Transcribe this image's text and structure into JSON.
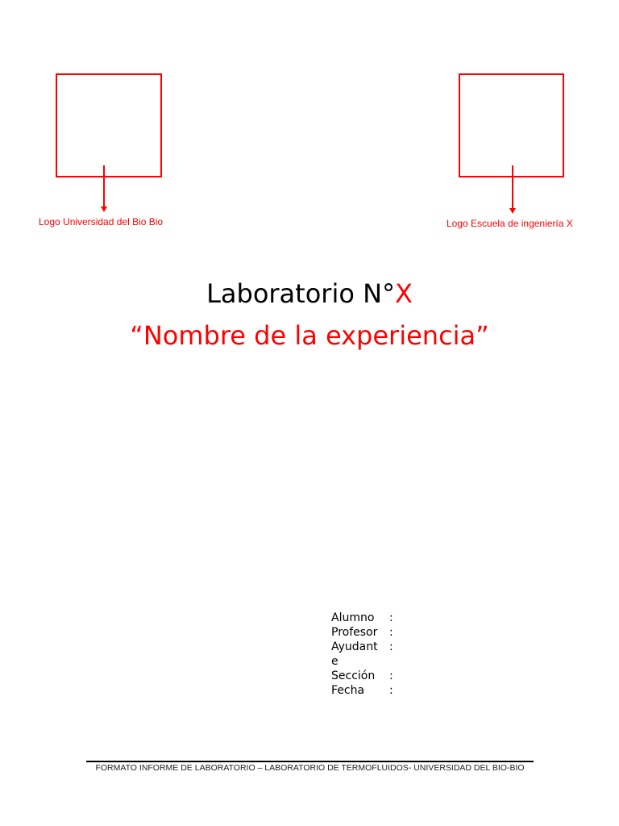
{
  "logos": {
    "left": {
      "caption": "Logo Universidad del Bio Bio"
    },
    "right": {
      "caption": "Logo Escuela de ingeniería X"
    }
  },
  "title": {
    "prefix": "Laboratorio N°",
    "number": "X"
  },
  "subtitle": "“Nombre de la experiencia”",
  "info": {
    "rows": [
      {
        "label": "Alumno",
        "colon": ":",
        "value": ""
      },
      {
        "label": "Profesor",
        "colon": ":",
        "value": ""
      },
      {
        "label": "Ayudante",
        "colon": ":",
        "value": ""
      },
      {
        "label": "Sección",
        "colon": ":",
        "value": ""
      },
      {
        "label": "Fecha",
        "colon": ":",
        "value": ""
      }
    ]
  },
  "footer": {
    "text": "FORMATO INFORME DE LABORATORIO – LABORATORIO DE TERMOFLUIDOS- UNIVERSIDAD DEL BIO-BIO"
  },
  "colors": {
    "accent": "#ff0000",
    "text": "#000000"
  }
}
